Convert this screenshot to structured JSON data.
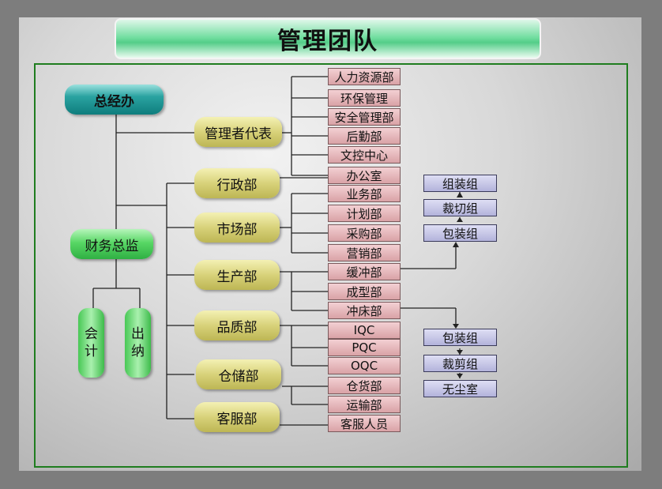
{
  "title": "管理团队",
  "top": {
    "general_office": "总经办",
    "management_rep": "管理者代表",
    "cfo": "财务总监",
    "accounting": [
      "会",
      "计"
    ],
    "cashier": [
      "出",
      "纳"
    ]
  },
  "departments": [
    "行政部",
    "市场部",
    "生产部",
    "品质部",
    "仓储部",
    "客服部"
  ],
  "units": [
    "人力资源部",
    "环保管理",
    "安全管理部",
    "后勤部",
    "文控中心",
    "办公室",
    "业务部",
    "计划部",
    "采购部",
    "营销部",
    "缓冲部",
    "成型部",
    "冲床部",
    "IQC",
    "PQC",
    "OQC",
    "仓货部",
    "运输部",
    "客服人员"
  ],
  "groups_upper": [
    "组装组",
    "裁切组",
    "包装组"
  ],
  "groups_lower": [
    "包装组",
    "裁剪组",
    "无尘室"
  ],
  "colors": {
    "frame": "#1f7d1f",
    "unit_fill": "#dca7ab",
    "group_fill": "#c1c1e4"
  }
}
